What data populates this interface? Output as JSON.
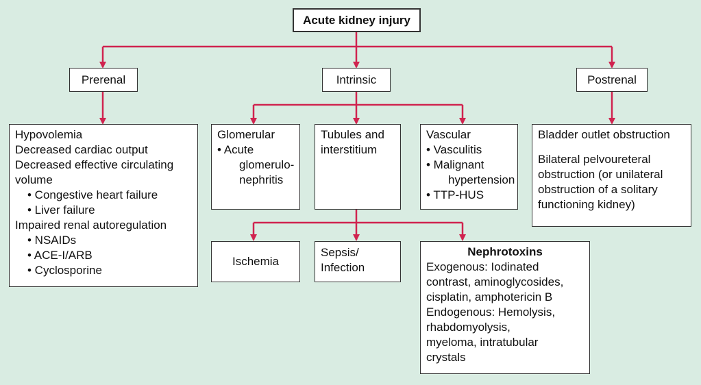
{
  "root": "Acute kidney injury",
  "categories": {
    "prerenal": "Prerenal",
    "intrinsic": "Intrinsic",
    "postrenal": "Postrenal"
  },
  "prerenal_detail": {
    "l1": "Hypovolemia",
    "l2": "Decreased cardiac output",
    "l3": "Decreased effective circulating",
    "l4": "volume",
    "l5": "• Congestive heart failure",
    "l6": "• Liver failure",
    "l7": "Impaired renal autoregulation",
    "l8": "• NSAIDs",
    "l9": "• ACE-I/ARB",
    "l10": "• Cyclosporine"
  },
  "glomerular": {
    "title": "Glomerular",
    "b1": "• Acute",
    "b2": "glomerulo-",
    "b3": "nephritis"
  },
  "tubules": {
    "l1": "Tubules and",
    "l2": "interstitium"
  },
  "vascular": {
    "title": "Vascular",
    "b1": "• Vasculitis",
    "b2": "• Malignant",
    "b3": "hypertension",
    "b4": "• TTP-HUS"
  },
  "postrenal_detail": {
    "l1": "Bladder outlet obstruction",
    "l2": "Bilateral pelvoureteral",
    "l3": "obstruction (or unilateral",
    "l4": "obstruction of a solitary",
    "l5": "functioning kidney)"
  },
  "ischemia": "Ischemia",
  "sepsis": {
    "l1": "Sepsis/",
    "l2": "Infection"
  },
  "nephrotoxins": {
    "title": "Nephrotoxins",
    "l1": "Exogenous: Iodinated",
    "l2": "contrast, aminoglycosides,",
    "l3": "cisplatin, amphotericin B",
    "l4": "Endogenous: Hemolysis,",
    "l5": "rhabdomyolysis,",
    "l6": "myeloma, intratubular",
    "l7": "crystals"
  },
  "colors": {
    "arrow": "#d0234f",
    "box_border": "#333333",
    "background": "#d9ece2"
  }
}
